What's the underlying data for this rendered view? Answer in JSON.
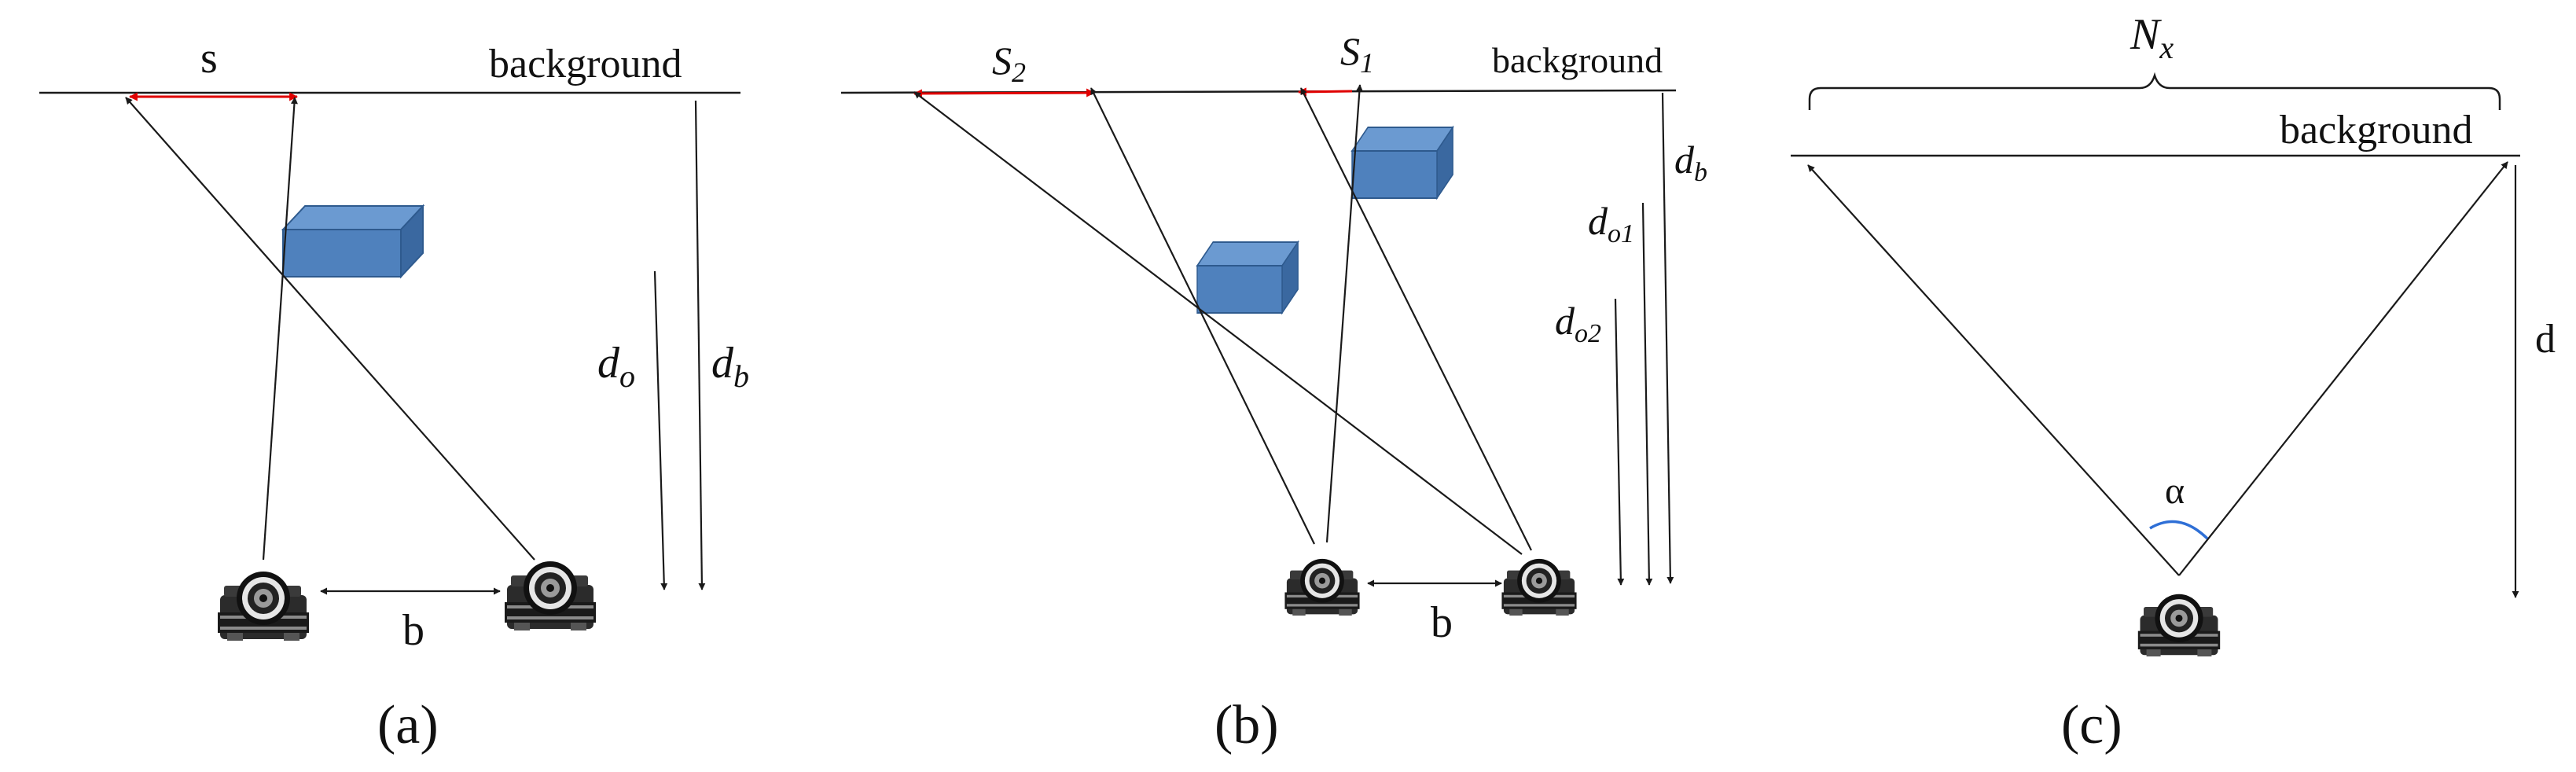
{
  "panel_a": {
    "caption": "(a)",
    "shift_label": "s",
    "background_label": "background",
    "object_distance_label": "d",
    "object_distance_sub": "o",
    "background_distance_label": "d",
    "background_distance_sub": "b",
    "baseline_label": "b"
  },
  "panel_b": {
    "caption": "(b)",
    "shift2_label": "S",
    "shift2_sub": "2",
    "shift1_label": "S",
    "shift1_sub": "1",
    "background_label": "background",
    "background_distance_label": "d",
    "background_distance_sub": "b",
    "object1_distance_label": "d",
    "object1_distance_sub": "o1",
    "object2_distance_label": "d",
    "object2_distance_sub": "o2",
    "baseline_label": "b"
  },
  "panel_c": {
    "caption": "(c)",
    "width_label": "N",
    "width_sub": "x",
    "background_label": "background",
    "distance_label": "d",
    "angle_label": "α"
  },
  "colors": {
    "line": "#1a1a1a",
    "shift_arrow": "#e00000",
    "box_front": "#4f81bd",
    "box_top": "#6b9ad1",
    "box_side": "#3a68a0",
    "box_edge": "#2e5a8e",
    "angle_arc": "#2e6fd6",
    "camera": "camera-icon"
  }
}
